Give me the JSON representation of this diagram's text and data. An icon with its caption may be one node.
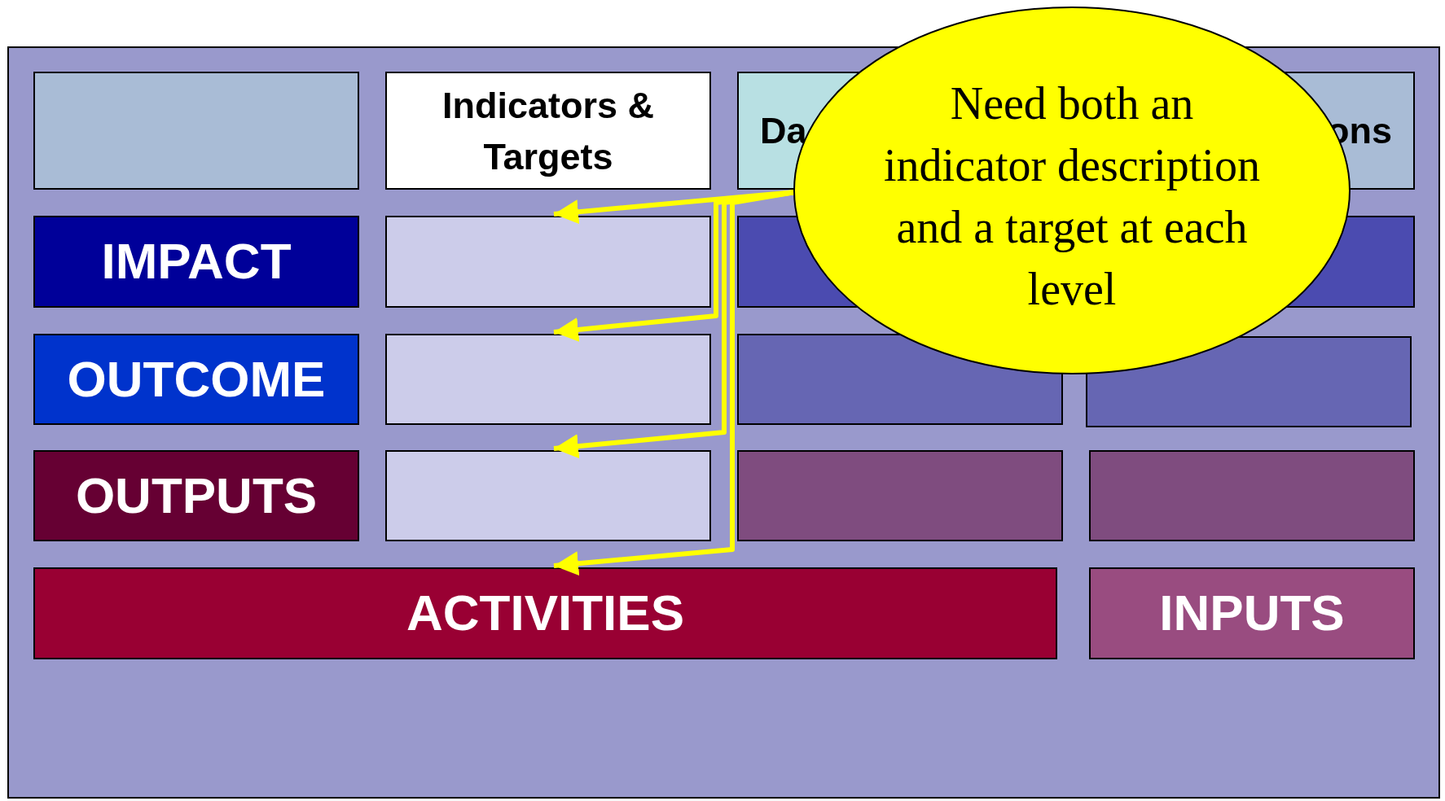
{
  "diagram": {
    "nodes": [
      {
        "text": [],
        "shape": "box"
      },
      {
        "text": [],
        "shape": "box",
        "in": 0
      },
      {
        "text": [
          "Indicators & Targets"
        ],
        "in": 0
      },
      {
        "text": [
          "Da"
        ],
        "in": 0
      },
      {
        "text": [
          "ons"
        ],
        "in": 0
      },
      {
        "text": [
          "IMPACT"
        ],
        "in": 0
      },
      {
        "text": [],
        "shape": "box",
        "in": 0
      },
      {
        "text": [],
        "shape": "box",
        "in": 0
      },
      {
        "text": [],
        "shape": "box",
        "in": 0
      },
      {
        "text": [
          "OUTCOME"
        ],
        "in": 0
      },
      {
        "text": [],
        "shape": "box",
        "in": 0
      },
      {
        "text": [],
        "shape": "box",
        "in": 0
      },
      {
        "text": [],
        "shape": "box",
        "in": 0
      },
      {
        "text": [
          "OUTPUTS"
        ],
        "in": 0
      },
      {
        "text": [],
        "shape": "box",
        "in": 0
      },
      {
        "text": [],
        "shape": "box",
        "in": 0
      },
      {
        "text": [],
        "shape": "box",
        "in": 0
      },
      {
        "text": [
          "ACTIVITIES"
        ],
        "in": 0
      },
      {
        "text": [
          "INPUTS"
        ],
        "in": 0
      },
      {
        "text": [
          "Need both an indicator description and a target at each level"
        ]
      }
    ],
    "edges": [
      {
        "from": 19,
        "to": 6,
        "arrow": "to"
      },
      {
        "from": 19,
        "to": 10,
        "arrow": "to"
      },
      {
        "from": 19,
        "to": 14,
        "arrow": "to"
      },
      {
        "from": 19,
        "to": 17,
        "arrow": "to"
      }
    ]
  }
}
